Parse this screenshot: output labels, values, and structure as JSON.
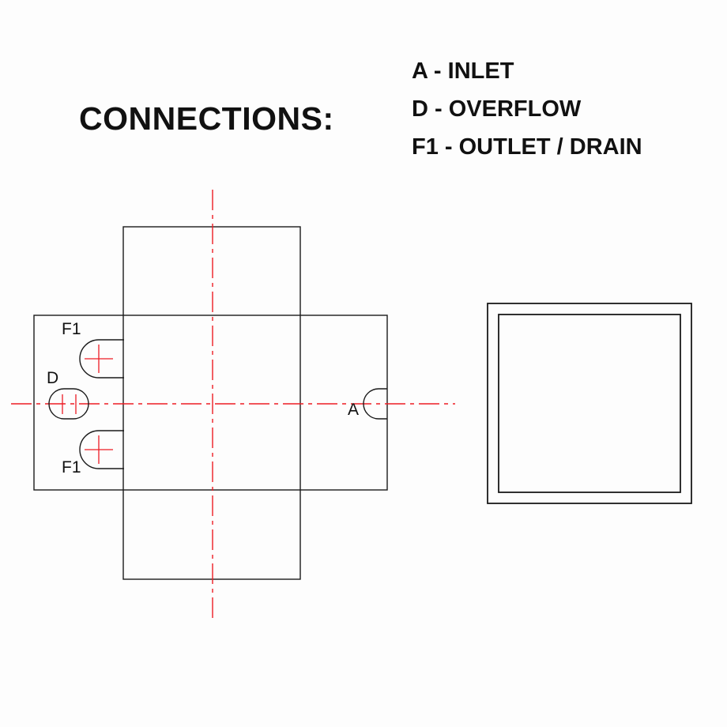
{
  "title": "CONNECTIONS:",
  "legend": {
    "items": [
      {
        "label": "A - INLET"
      },
      {
        "label": "D - OVERFLOW"
      },
      {
        "label": "F1 - OUTLET / DRAIN"
      }
    ]
  },
  "drawing": {
    "labels": {
      "f1_top": "F1",
      "d": "D",
      "f1_bottom": "F1",
      "a": "A"
    },
    "colors": {
      "line": "#1a1a1a",
      "centerline": "#ed1c24",
      "text": "#111111"
    }
  }
}
